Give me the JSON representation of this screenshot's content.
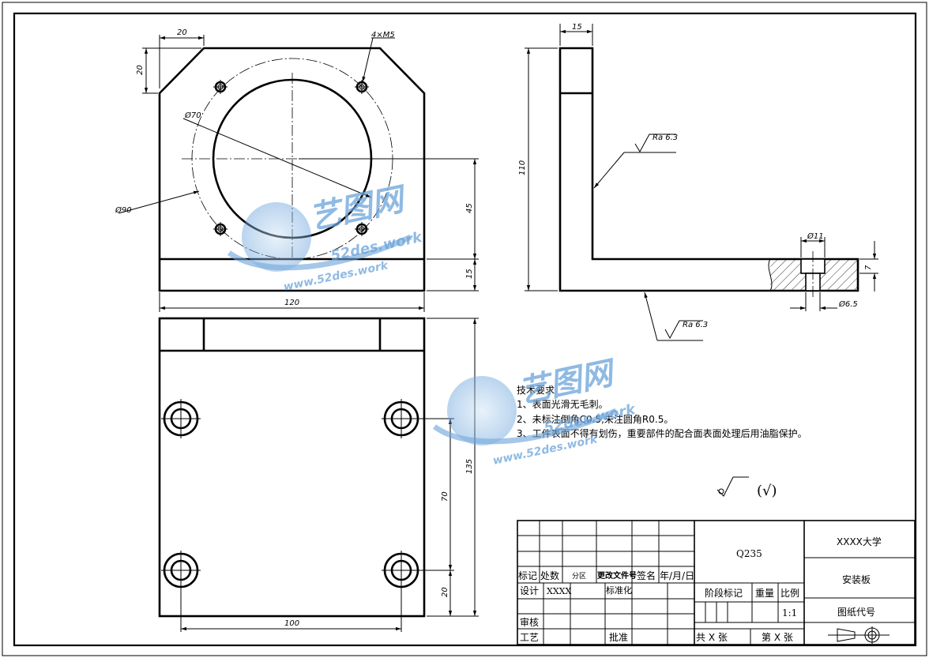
{
  "dimensions": {
    "d20_top": "20",
    "d20_left": "20",
    "d4xm5": "4×M5",
    "d70_dia": "Ø70",
    "d90_dia": "Ø90",
    "d45": "45",
    "d15_front": "15",
    "d120": "120",
    "d15_side": "15",
    "d110": "110",
    "d11_dia": "Ø11",
    "d7": "7",
    "d6_5_dia": "Ø6.5",
    "d135": "135",
    "d70": "70",
    "d20_bottom": "20",
    "d100": "100"
  },
  "roughness": {
    "upper": "Ra 6.3",
    "lower": "Ra 6.3",
    "general_mark": "(√)"
  },
  "tech_requirements": {
    "title": "技术要求",
    "items": [
      "1、表面光滑无毛刺。",
      "2、未标注倒角C0.5,未注圆角R0.5。",
      "3、工件表面不得有划伤，重要部件的配合面表面处理后用油脂保护。"
    ]
  },
  "title_block": {
    "mark": "标记",
    "count": "处数",
    "zone": "分区",
    "change_doc": "更改文件号",
    "signature": "签名",
    "date": "年/月/日",
    "design": "设计",
    "designer": "XXXX",
    "standardize": "标准化",
    "review": "审核",
    "process": "工艺",
    "approve": "批准",
    "material": "Q235",
    "stage_mark": "阶段标记",
    "weight": "重量",
    "scale_label": "比例",
    "scale": "1:1",
    "total_sheets": "共 X 张",
    "sheet_no": "第 X 张",
    "university": "XXXX大学",
    "part_name": "安装板",
    "drawing_code": "图纸代号"
  },
  "watermark": {
    "brand": "艺图网",
    "url1": "52des.work",
    "url2": "www.52des.work"
  },
  "colors": {
    "line": "#000000",
    "watermark": "#6aa3da"
  }
}
